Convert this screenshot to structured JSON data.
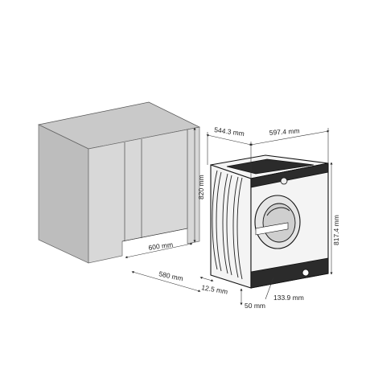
{
  "dimensions": {
    "depth_cabinet": "544.3 mm",
    "width_machine": "597.4 mm",
    "height_cabinet": "820 mm",
    "height_machine": "817.4 mm",
    "width_cabinet": "600 mm",
    "depth_niche": "580 mm",
    "offset_front": "12.5 mm",
    "offset_bottom": "50 mm",
    "offset_side": "133.9 mm"
  },
  "colors": {
    "cabinet_top": "#c9c9c9",
    "cabinet_front": "#d8d8d8",
    "machine_body": "#f4f4f4",
    "line": "#222222"
  }
}
